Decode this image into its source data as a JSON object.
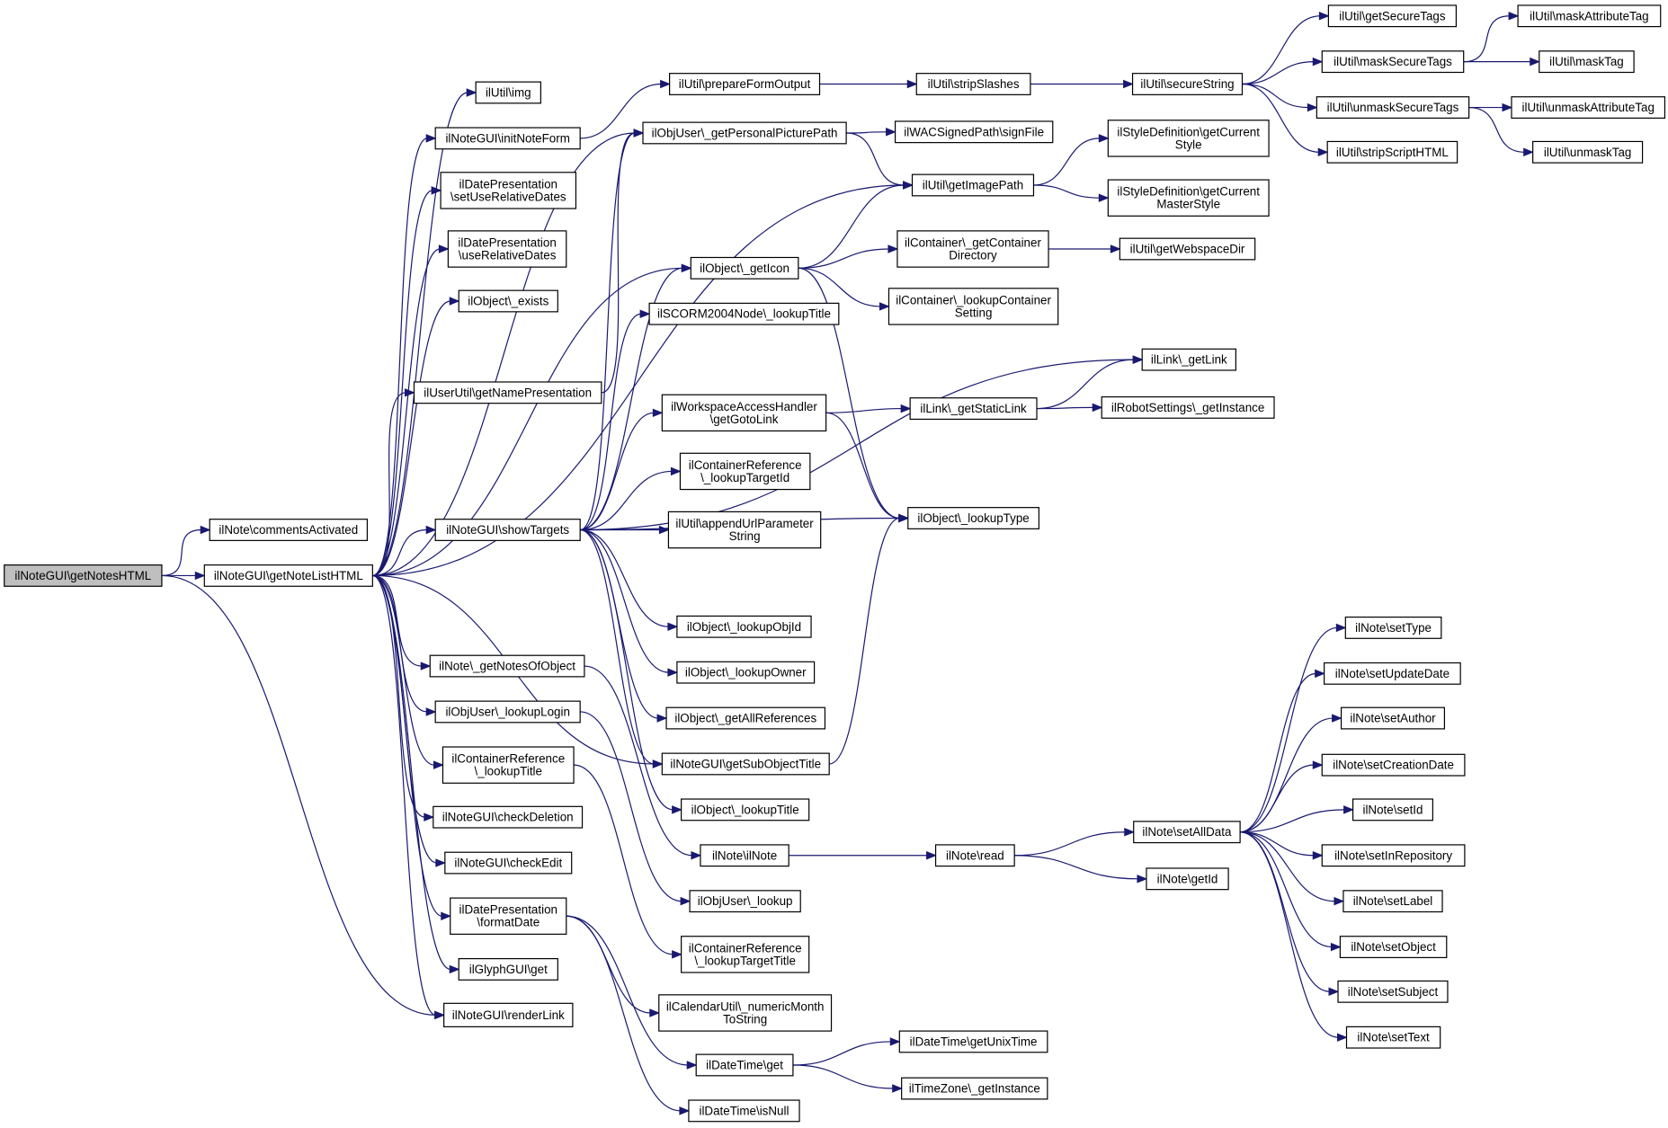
{
  "graph": {
    "colors": {
      "edge": "#191970",
      "node_fill": "#ffffff",
      "root_fill": "#bfbfbf",
      "border": "#000000"
    },
    "nodes": [
      {
        "id": "getNotesHTML",
        "lines": [
          "ilNoteGUI\\getNotesHTML"
        ],
        "root": true
      },
      {
        "id": "commentsActivated",
        "lines": [
          "ilNote\\commentsActivated"
        ]
      },
      {
        "id": "getNoteListHTML",
        "lines": [
          "ilNoteGUI\\getNoteListHTML"
        ]
      },
      {
        "id": "renderLink",
        "lines": [
          "ilNoteGUI\\renderLink"
        ]
      },
      {
        "id": "img",
        "lines": [
          "ilUtil\\img"
        ]
      },
      {
        "id": "initNoteForm",
        "lines": [
          "ilNoteGUI\\initNoteForm"
        ]
      },
      {
        "id": "setUseRelativeDates",
        "lines": [
          "ilDatePresentation",
          "\\setUseRelativeDates"
        ]
      },
      {
        "id": "useRelativeDates",
        "lines": [
          "ilDatePresentation",
          "\\useRelativeDates"
        ]
      },
      {
        "id": "objExists",
        "lines": [
          "ilObject\\_exists"
        ]
      },
      {
        "id": "getNamePresentation",
        "lines": [
          "ilUserUtil\\getNamePresentation"
        ]
      },
      {
        "id": "showTargets",
        "lines": [
          "ilNoteGUI\\showTargets"
        ]
      },
      {
        "id": "getNotesOfObject",
        "lines": [
          "ilNote\\_getNotesOfObject"
        ]
      },
      {
        "id": "lookupLogin",
        "lines": [
          "ilObjUser\\_lookupLogin"
        ]
      },
      {
        "id": "crLookupTitle",
        "lines": [
          "ilContainerReference",
          "\\_lookupTitle"
        ]
      },
      {
        "id": "checkDeletion",
        "lines": [
          "ilNoteGUI\\checkDeletion"
        ]
      },
      {
        "id": "checkEdit",
        "lines": [
          "ilNoteGUI\\checkEdit"
        ]
      },
      {
        "id": "formatDate",
        "lines": [
          "ilDatePresentation",
          "\\formatDate"
        ]
      },
      {
        "id": "glyphGet",
        "lines": [
          "ilGlyphGUI\\get"
        ]
      },
      {
        "id": "prepareFormOutput",
        "lines": [
          "ilUtil\\prepareFormOutput"
        ]
      },
      {
        "id": "getPersonalPicturePath",
        "lines": [
          "ilObjUser\\_getPersonalPicturePath"
        ]
      },
      {
        "id": "objGetIcon",
        "lines": [
          "ilObject\\_getIcon"
        ]
      },
      {
        "id": "scormLookupTitle",
        "lines": [
          "ilSCORM2004Node\\_lookupTitle"
        ]
      },
      {
        "id": "wsGetGotoLink",
        "lines": [
          "ilWorkspaceAccessHandler",
          "\\getGotoLink"
        ]
      },
      {
        "id": "crLookupTargetId",
        "lines": [
          "ilContainerReference",
          "\\_lookupTargetId"
        ]
      },
      {
        "id": "appendUrlParameterString",
        "lines": [
          "ilUtil\\appendUrlParameter",
          "String"
        ]
      },
      {
        "id": "lookupObjId",
        "lines": [
          "ilObject\\_lookupObjId"
        ]
      },
      {
        "id": "lookupOwner",
        "lines": [
          "ilObject\\_lookupOwner"
        ]
      },
      {
        "id": "getAllReferences",
        "lines": [
          "ilObject\\_getAllReferences"
        ]
      },
      {
        "id": "getSubObjectTitle",
        "lines": [
          "ilNoteGUI\\getSubObjectTitle"
        ]
      },
      {
        "id": "objLookupTitle",
        "lines": [
          "ilObject\\_lookupTitle"
        ]
      },
      {
        "id": "ilNoteCtor",
        "lines": [
          "ilNote\\ilNote"
        ]
      },
      {
        "id": "objUserLookup",
        "lines": [
          "ilObjUser\\_lookup"
        ]
      },
      {
        "id": "crLookupTargetTitle",
        "lines": [
          "ilContainerReference",
          "\\_lookupTargetTitle"
        ]
      },
      {
        "id": "numericMonthToString",
        "lines": [
          "ilCalendarUtil\\_numericMonth",
          "ToString"
        ]
      },
      {
        "id": "dateTimeGet",
        "lines": [
          "ilDateTime\\get"
        ]
      },
      {
        "id": "dateTimeIsNull",
        "lines": [
          "ilDateTime\\isNull"
        ]
      },
      {
        "id": "stripSlashes",
        "lines": [
          "ilUtil\\stripSlashes"
        ]
      },
      {
        "id": "signFile",
        "lines": [
          "ilWACSignedPath\\signFile"
        ]
      },
      {
        "id": "getImagePath",
        "lines": [
          "ilUtil\\getImagePath"
        ]
      },
      {
        "id": "getContainerDirectory",
        "lines": [
          "ilContainer\\_getContainer",
          "Directory"
        ]
      },
      {
        "id": "lookupContainerSetting",
        "lines": [
          "ilContainer\\_lookupContainer",
          "Setting"
        ]
      },
      {
        "id": "getLink",
        "lines": [
          "ilLink\\_getLink"
        ]
      },
      {
        "id": "getStaticLink",
        "lines": [
          "ilLink\\_getStaticLink"
        ]
      },
      {
        "id": "lookupType",
        "lines": [
          "ilObject\\_lookupType"
        ]
      },
      {
        "id": "noteRead",
        "lines": [
          "ilNote\\read"
        ]
      },
      {
        "id": "getUnixTime",
        "lines": [
          "ilDateTime\\getUnixTime"
        ]
      },
      {
        "id": "tzGetInstance",
        "lines": [
          "ilTimeZone\\_getInstance"
        ]
      },
      {
        "id": "secureString",
        "lines": [
          "ilUtil\\secureString"
        ]
      },
      {
        "id": "getCurrentStyle",
        "lines": [
          "ilStyleDefinition\\getCurrent",
          "Style"
        ]
      },
      {
        "id": "getCurrentMasterStyle",
        "lines": [
          "ilStyleDefinition\\getCurrent",
          "MasterStyle"
        ]
      },
      {
        "id": "getWebspaceDir",
        "lines": [
          "ilUtil\\getWebspaceDir"
        ]
      },
      {
        "id": "robotGetInstance",
        "lines": [
          "ilRobotSettings\\_getInstance"
        ]
      },
      {
        "id": "setAllData",
        "lines": [
          "ilNote\\setAllData"
        ]
      },
      {
        "id": "noteGetId",
        "lines": [
          "ilNote\\getId"
        ]
      },
      {
        "id": "getSecureTags",
        "lines": [
          "ilUtil\\getSecureTags"
        ]
      },
      {
        "id": "maskSecureTags",
        "lines": [
          "ilUtil\\maskSecureTags"
        ]
      },
      {
        "id": "unmaskSecureTags",
        "lines": [
          "ilUtil\\unmaskSecureTags"
        ]
      },
      {
        "id": "stripScriptHTML",
        "lines": [
          "ilUtil\\stripScriptHTML"
        ]
      },
      {
        "id": "maskAttributeTag",
        "lines": [
          "ilUtil\\maskAttributeTag"
        ]
      },
      {
        "id": "maskTag",
        "lines": [
          "ilUtil\\maskTag"
        ]
      },
      {
        "id": "unmaskAttributeTag",
        "lines": [
          "ilUtil\\unmaskAttributeTag"
        ]
      },
      {
        "id": "unmaskTag",
        "lines": [
          "ilUtil\\unmaskTag"
        ]
      },
      {
        "id": "setType",
        "lines": [
          "ilNote\\setType"
        ]
      },
      {
        "id": "setUpdateDate",
        "lines": [
          "ilNote\\setUpdateDate"
        ]
      },
      {
        "id": "setAuthor",
        "lines": [
          "ilNote\\setAuthor"
        ]
      },
      {
        "id": "setCreationDate",
        "lines": [
          "ilNote\\setCreationDate"
        ]
      },
      {
        "id": "setId",
        "lines": [
          "ilNote\\setId"
        ]
      },
      {
        "id": "setInRepository",
        "lines": [
          "ilNote\\setInRepository"
        ]
      },
      {
        "id": "setLabel",
        "lines": [
          "ilNote\\setLabel"
        ]
      },
      {
        "id": "setObject",
        "lines": [
          "ilNote\\setObject"
        ]
      },
      {
        "id": "setSubject",
        "lines": [
          "ilNote\\setSubject"
        ]
      },
      {
        "id": "setText",
        "lines": [
          "ilNote\\setText"
        ]
      }
    ],
    "edges": [
      [
        "getNotesHTML",
        "commentsActivated"
      ],
      [
        "getNotesHTML",
        "getNoteListHTML"
      ],
      [
        "getNotesHTML",
        "renderLink"
      ],
      [
        "getNoteListHTML",
        "img"
      ],
      [
        "getNoteListHTML",
        "initNoteForm"
      ],
      [
        "getNoteListHTML",
        "setUseRelativeDates"
      ],
      [
        "getNoteListHTML",
        "useRelativeDates"
      ],
      [
        "getNoteListHTML",
        "objExists"
      ],
      [
        "getNoteListHTML",
        "getNamePresentation"
      ],
      [
        "getNoteListHTML",
        "showTargets"
      ],
      [
        "getNoteListHTML",
        "getNotesOfObject"
      ],
      [
        "getNoteListHTML",
        "lookupLogin"
      ],
      [
        "getNoteListHTML",
        "crLookupTitle"
      ],
      [
        "getNoteListHTML",
        "checkDeletion"
      ],
      [
        "getNoteListHTML",
        "checkEdit"
      ],
      [
        "getNoteListHTML",
        "formatDate"
      ],
      [
        "getNoteListHTML",
        "glyphGet"
      ],
      [
        "getNoteListHTML",
        "renderLink"
      ],
      [
        "getNoteListHTML",
        "getPersonalPicturePath"
      ],
      [
        "getNoteListHTML",
        "getImagePath"
      ],
      [
        "getNoteListHTML",
        "objGetIcon"
      ],
      [
        "getNoteListHTML",
        "getSubObjectTitle"
      ],
      [
        "initNoteForm",
        "prepareFormOutput"
      ],
      [
        "getNamePresentation",
        "getPersonalPicturePath"
      ],
      [
        "showTargets",
        "getPersonalPicturePath"
      ],
      [
        "showTargets",
        "objGetIcon"
      ],
      [
        "showTargets",
        "scormLookupTitle"
      ],
      [
        "showTargets",
        "getLink"
      ],
      [
        "showTargets",
        "wsGetGotoLink"
      ],
      [
        "showTargets",
        "crLookupTargetId"
      ],
      [
        "showTargets",
        "appendUrlParameterString"
      ],
      [
        "showTargets",
        "lookupType"
      ],
      [
        "showTargets",
        "lookupObjId"
      ],
      [
        "showTargets",
        "lookupOwner"
      ],
      [
        "showTargets",
        "getAllReferences"
      ],
      [
        "showTargets",
        "getSubObjectTitle"
      ],
      [
        "showTargets",
        "objLookupTitle"
      ],
      [
        "getNotesOfObject",
        "ilNoteCtor"
      ],
      [
        "lookupLogin",
        "objUserLookup"
      ],
      [
        "crLookupTitle",
        "crLookupTargetTitle"
      ],
      [
        "formatDate",
        "numericMonthToString"
      ],
      [
        "formatDate",
        "dateTimeGet"
      ],
      [
        "formatDate",
        "dateTimeIsNull"
      ],
      [
        "prepareFormOutput",
        "stripSlashes"
      ],
      [
        "getPersonalPicturePath",
        "signFile"
      ],
      [
        "getPersonalPicturePath",
        "getImagePath"
      ],
      [
        "objGetIcon",
        "getImagePath"
      ],
      [
        "objGetIcon",
        "getContainerDirectory"
      ],
      [
        "objGetIcon",
        "lookupContainerSetting"
      ],
      [
        "objGetIcon",
        "lookupType"
      ],
      [
        "wsGetGotoLink",
        "getStaticLink"
      ],
      [
        "wsGetGotoLink",
        "lookupType"
      ],
      [
        "getSubObjectTitle",
        "lookupType"
      ],
      [
        "ilNoteCtor",
        "noteRead"
      ],
      [
        "dateTimeGet",
        "getUnixTime"
      ],
      [
        "dateTimeGet",
        "tzGetInstance"
      ],
      [
        "stripSlashes",
        "secureString"
      ],
      [
        "getImagePath",
        "getCurrentStyle"
      ],
      [
        "getImagePath",
        "getCurrentMasterStyle"
      ],
      [
        "getContainerDirectory",
        "getWebspaceDir"
      ],
      [
        "getStaticLink",
        "getLink"
      ],
      [
        "getStaticLink",
        "robotGetInstance"
      ],
      [
        "noteRead",
        "setAllData"
      ],
      [
        "noteRead",
        "noteGetId"
      ],
      [
        "secureString",
        "getSecureTags"
      ],
      [
        "secureString",
        "maskSecureTags"
      ],
      [
        "secureString",
        "unmaskSecureTags"
      ],
      [
        "secureString",
        "stripScriptHTML"
      ],
      [
        "maskSecureTags",
        "maskAttributeTag"
      ],
      [
        "maskSecureTags",
        "maskTag"
      ],
      [
        "unmaskSecureTags",
        "unmaskAttributeTag"
      ],
      [
        "unmaskSecureTags",
        "unmaskTag"
      ],
      [
        "setAllData",
        "setType"
      ],
      [
        "setAllData",
        "setUpdateDate"
      ],
      [
        "setAllData",
        "setAuthor"
      ],
      [
        "setAllData",
        "setCreationDate"
      ],
      [
        "setAllData",
        "setId"
      ],
      [
        "setAllData",
        "setInRepository"
      ],
      [
        "setAllData",
        "setLabel"
      ],
      [
        "setAllData",
        "setObject"
      ],
      [
        "setAllData",
        "setSubject"
      ],
      [
        "setAllData",
        "setText"
      ]
    ]
  }
}
